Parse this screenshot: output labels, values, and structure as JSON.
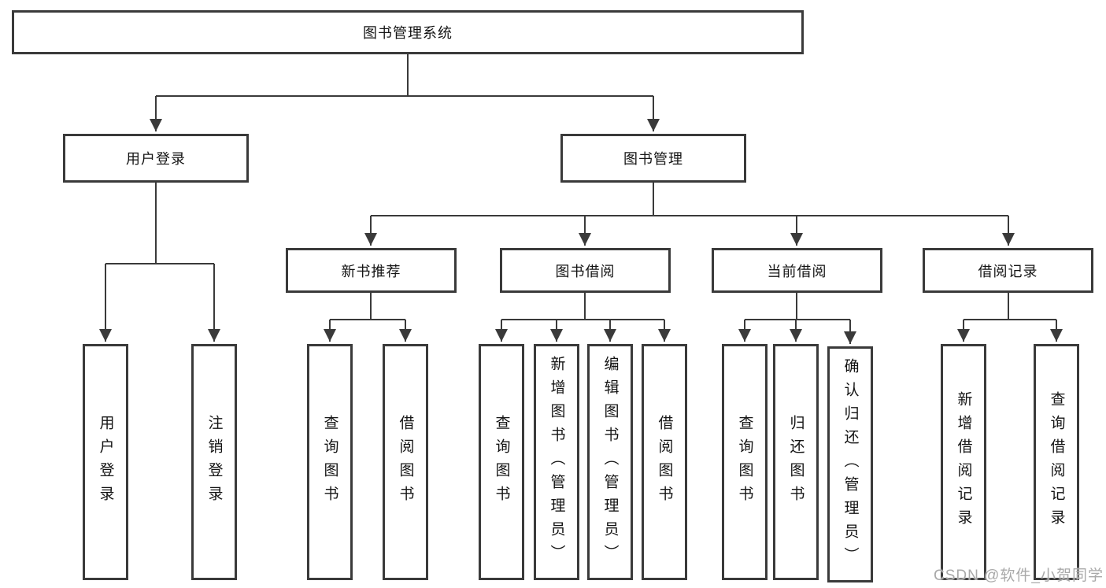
{
  "diagram": {
    "root": {
      "label": "图书管理系统"
    },
    "branches": [
      {
        "label": "用户登录",
        "children": [
          {
            "label": "用户登录"
          },
          {
            "label": "注销登录"
          }
        ]
      },
      {
        "label": "图书管理",
        "children": [
          {
            "label": "新书推荐",
            "children": [
              {
                "label": "查询图书"
              },
              {
                "label": "借阅图书"
              }
            ]
          },
          {
            "label": "图书借阅",
            "children": [
              {
                "label": "查询图书"
              },
              {
                "label": "新增图书（管理员）"
              },
              {
                "label": "编辑图书（管理员）"
              },
              {
                "label": "借阅图书"
              }
            ]
          },
          {
            "label": "当前借阅",
            "children": [
              {
                "label": "查询图书"
              },
              {
                "label": "归还图书"
              },
              {
                "label": "确认归还（管理员）"
              }
            ]
          },
          {
            "label": "借阅记录",
            "children": [
              {
                "label": "新增借阅记录"
              },
              {
                "label": "查询借阅记录"
              }
            ]
          }
        ]
      }
    ]
  },
  "watermark": {
    "text": "CSDN @软件_小贺同学"
  },
  "colors": {
    "line": "#3a3a3a",
    "box_border": "#3a3a3a",
    "text": "#141414",
    "watermark": "#a9a9a9",
    "background": "#ffffff"
  }
}
